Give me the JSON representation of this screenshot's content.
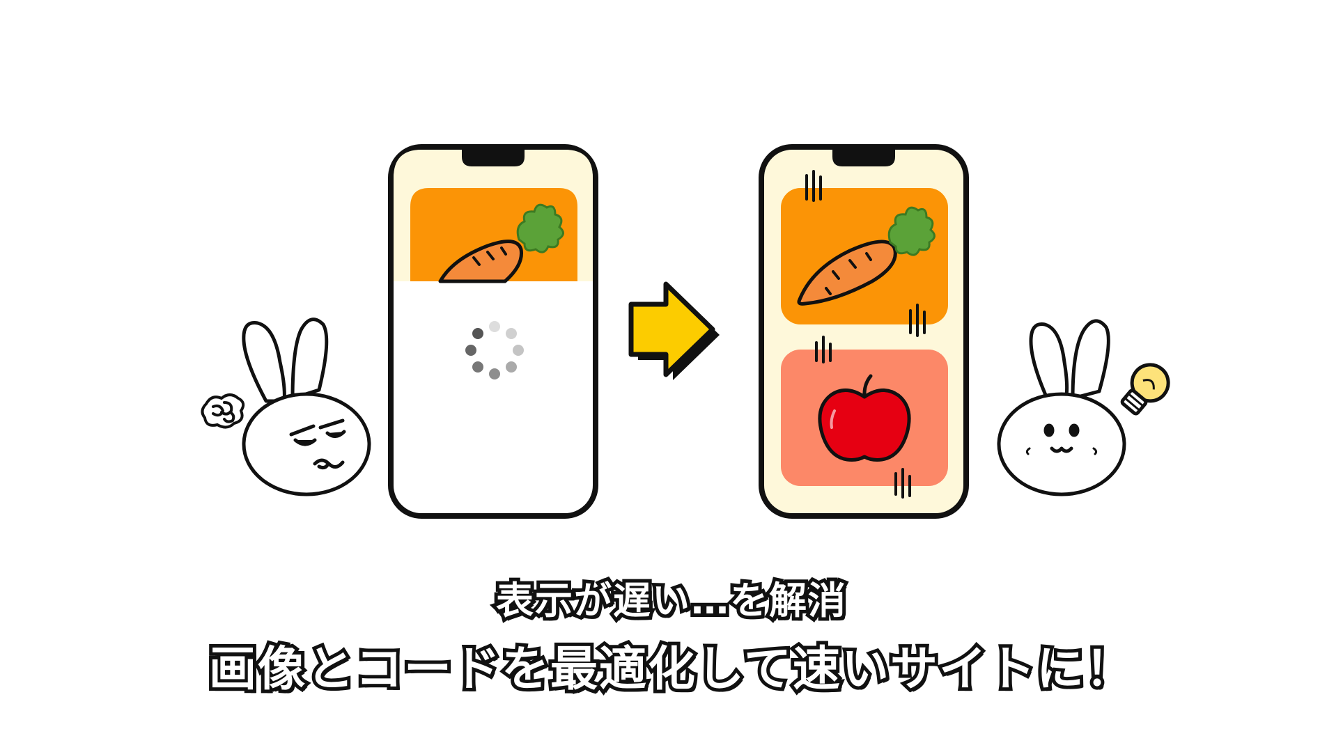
{
  "caption": {
    "line1": "表示が遅い…を解消",
    "line2": "画像とコードを最適化して速いサイトに！"
  },
  "colors": {
    "phone_screen": "#fef8da",
    "phone_frame": "#111111",
    "tile_orange": "#fb9406",
    "tile_salmon": "#fc8868",
    "carrot": "#f48a3a",
    "leaf": "#5ba238",
    "apple": "#e60012",
    "arrow_yellow": "#fccc00",
    "bulb": "#fde27a"
  },
  "icons": {
    "left_rabbit": "annoyed-rabbit",
    "right_rabbit": "happy-rabbit",
    "scribble": "frustration-scribble-icon",
    "spinner": "loading-spinner-icon",
    "arrow": "right-arrow-icon",
    "bulb": "lightbulb-icon"
  }
}
